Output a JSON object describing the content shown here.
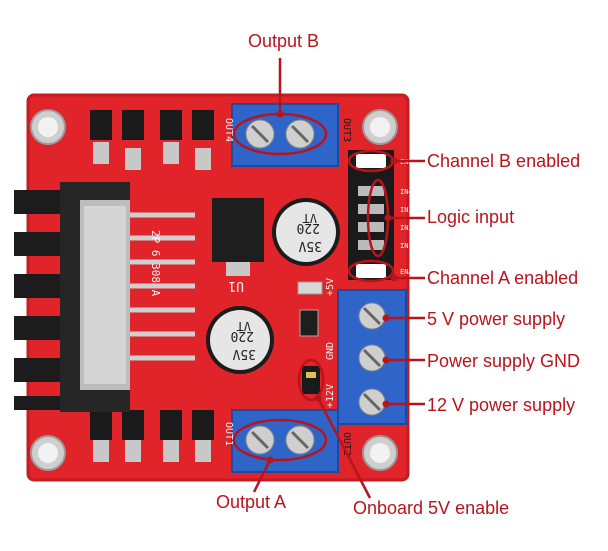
{
  "colors": {
    "pcb": "#e0242a",
    "pcb_edge": "#c41c22",
    "terminal_blue": "#2f64c8",
    "annotation_red": "#b8141c",
    "heatsink": "#1c1c1c"
  },
  "callouts": {
    "output_b": "Output B",
    "channel_b_enabled": "Channel B enabled",
    "logic_input": "Logic input",
    "channel_a_enabled": "Channel A enabled",
    "five_v_supply": "5 V power supply",
    "supply_gnd": "Power supply GND",
    "twelve_v_supply": "12 V power supply",
    "output_a": "Output A",
    "onboard_5v_enable": "Onboard 5V enable"
  },
  "board": {
    "out1": "OUT1",
    "out2": "OUT2",
    "out3": "OUT3",
    "out4": "OUT4",
    "cap_brand": "VT",
    "cap_value": "220",
    "cap_voltage": "35V",
    "ic_marking": "2P 6 308 A",
    "reg_label": "U1",
    "pin_plus12": "+12V",
    "pin_gnd": "GND",
    "pin_plus5": "+5V",
    "header_ena": "ENA",
    "header_in1": "IN1",
    "header_in2": "IN2",
    "header_in3": "IN3",
    "header_in4": "IN4",
    "header_enb": "ENB"
  }
}
